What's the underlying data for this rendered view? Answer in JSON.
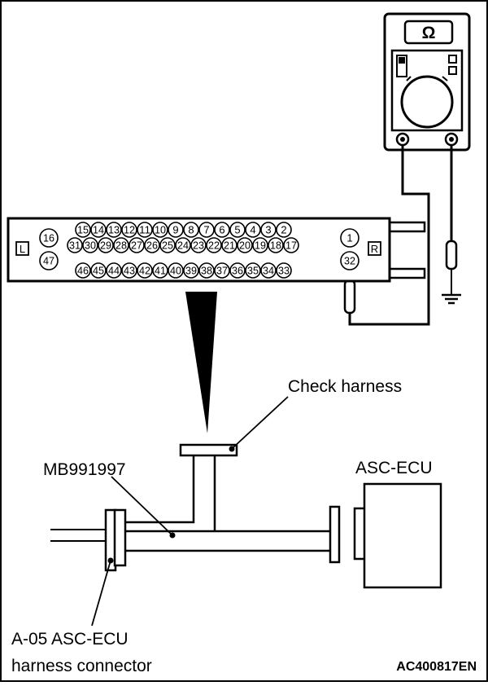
{
  "meter": {
    "symbol": "Ω"
  },
  "connector": {
    "side_left": "L",
    "side_right": "R",
    "row_top": [
      "15",
      "14",
      "13",
      "12",
      "11",
      "10",
      "9",
      "8",
      "7",
      "6",
      "5",
      "4",
      "3",
      "2"
    ],
    "row_mid": [
      "31",
      "30",
      "29",
      "28",
      "27",
      "26",
      "25",
      "24",
      "23",
      "22",
      "21",
      "20",
      "19",
      "18",
      "17"
    ],
    "row_bot": [
      "46",
      "45",
      "44",
      "43",
      "42",
      "41",
      "40",
      "39",
      "38",
      "37",
      "36",
      "35",
      "34",
      "33"
    ],
    "left_pins": [
      "16",
      "47"
    ],
    "right_pins": [
      "1",
      "32"
    ]
  },
  "labels": {
    "check_harness": "Check harness",
    "tool": "MB991997",
    "ecu": "ASC-ECU",
    "harness_connector_line1": "A-05 ASC-ECU",
    "harness_connector_line2": "harness connector",
    "figure_code": "AC400817EN"
  }
}
